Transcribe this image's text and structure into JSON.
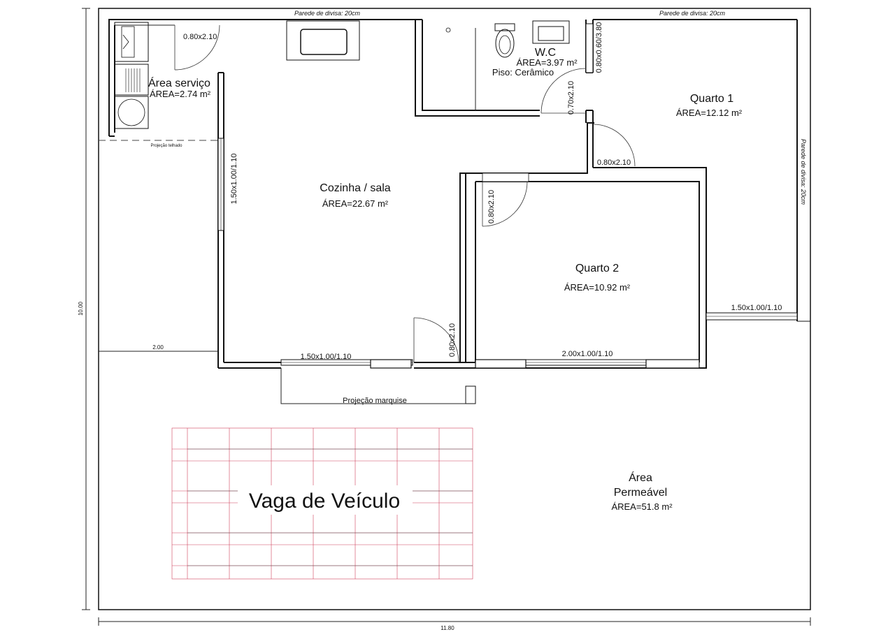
{
  "rooms": {
    "service": {
      "name": "Área serviço",
      "area": "ÁREA=2.74 m²"
    },
    "kitchen": {
      "name": "Cozinha / sala",
      "area": "ÁREA=22.67 m²"
    },
    "wc": {
      "name": "W.C",
      "area": "ÁREA=3.97 m²",
      "floor": "Piso: Cerâmico"
    },
    "room1": {
      "name": "Quarto 1",
      "area": "ÁREA=12.12 m²"
    },
    "room2": {
      "name": "Quarto 2",
      "area": "ÁREA=10.92 m²"
    },
    "permeable": {
      "name_line1": "Área",
      "name_line2": "Permeável",
      "area": "ÁREA=51.8 m²"
    }
  },
  "parking": {
    "label": "Vaga de Veículo"
  },
  "notes": {
    "party_wall_top_left": "Parede de divisa: 20cm",
    "party_wall_top_right": "Parede de divisa: 20cm",
    "party_wall_right": "Parede de divisa: 20cm",
    "roof_projection": "Projeção telhado",
    "canopy_projection": "Projeção marquise"
  },
  "openings": {
    "service_door": "0.80x2.10",
    "wc_window": "0.80x0.60/3.80",
    "wc_door": "0.70x2.10",
    "room1_door": "0.80x2.10",
    "room2_door": "0.80x2.10",
    "kitchen_window_side": "1.50x1.00/1.10",
    "kitchen_window_front": "1.50x1.00/1.10",
    "kitchen_door_front": "0.80x2.10",
    "room2_window": "2.00x1.00/1.10",
    "room1_window": "1.50x1.00/1.10"
  },
  "dimensions": {
    "total_width": "11.80",
    "total_depth": "10.00",
    "side_setback": "2.00"
  }
}
